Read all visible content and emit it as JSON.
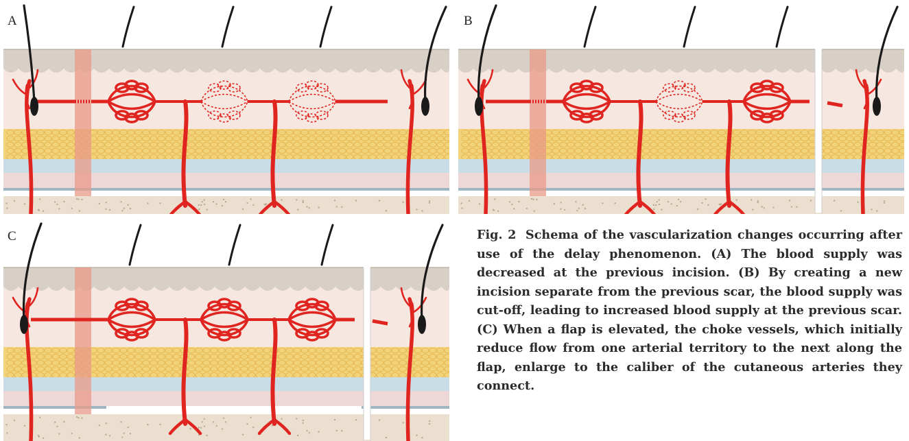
{
  "panels": [
    {
      "label": "A"
    },
    {
      "label": "B"
    },
    {
      "label": "C"
    }
  ],
  "caption": {
    "figure": "Fig. 2",
    "text": "Schema of the vascularization changes occurring after use of the delay phenomenon. (A) The blood supply was decreased at the previous incision. (B) By creating a new incision separate from the previous scar, the blood supply was cut-off, leading to increased blood supply at the previous scar. (C) When a flap is elevated, the choke vessels, which initially reduce flow from one arterial territory to the next along the flap, enlarge to the caliber of the cutaneous arteries they connect."
  },
  "colors": {
    "epidermis": "#d8cfc6",
    "dermis": "#f6e8e0",
    "fat": "#f3d37a",
    "fascia": "#c9dde6",
    "muscle": "#eed7d7",
    "bone": "#ebe0cf",
    "artery": "#e02420",
    "scar": "#e89a88",
    "hair": "#1a1a1a"
  }
}
